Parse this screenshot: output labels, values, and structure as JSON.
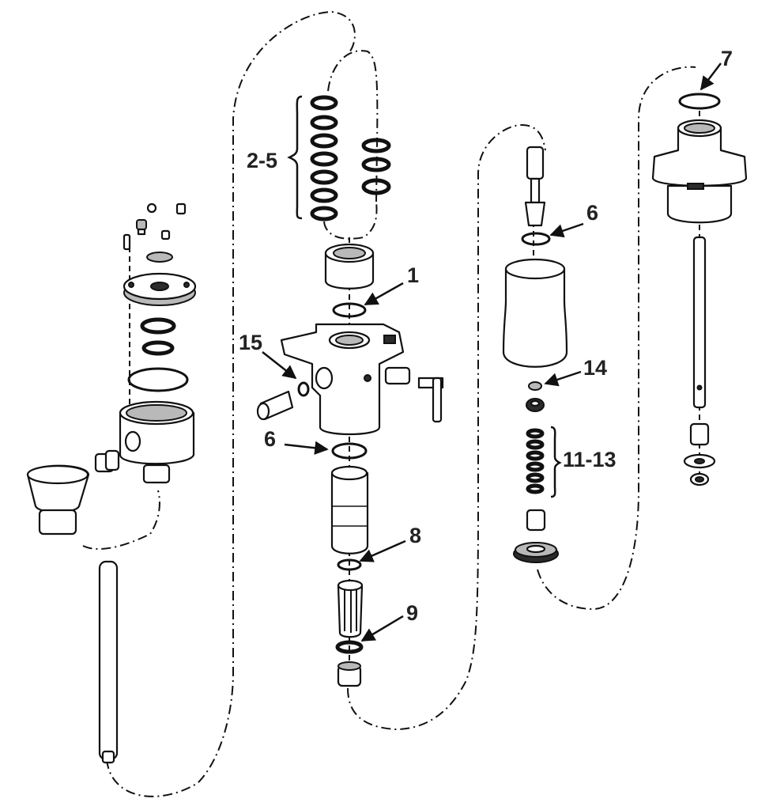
{
  "callouts": {
    "c1": "1",
    "c2_5": "2-5",
    "c6a": "6",
    "c6b": "6",
    "c7": "7",
    "c8": "8",
    "c9": "9",
    "c11_13": "11-13",
    "c14": "14",
    "c15": "15"
  },
  "colors": {
    "line": "#111111",
    "shade": "#b9b9b9",
    "background": "#ffffff"
  }
}
